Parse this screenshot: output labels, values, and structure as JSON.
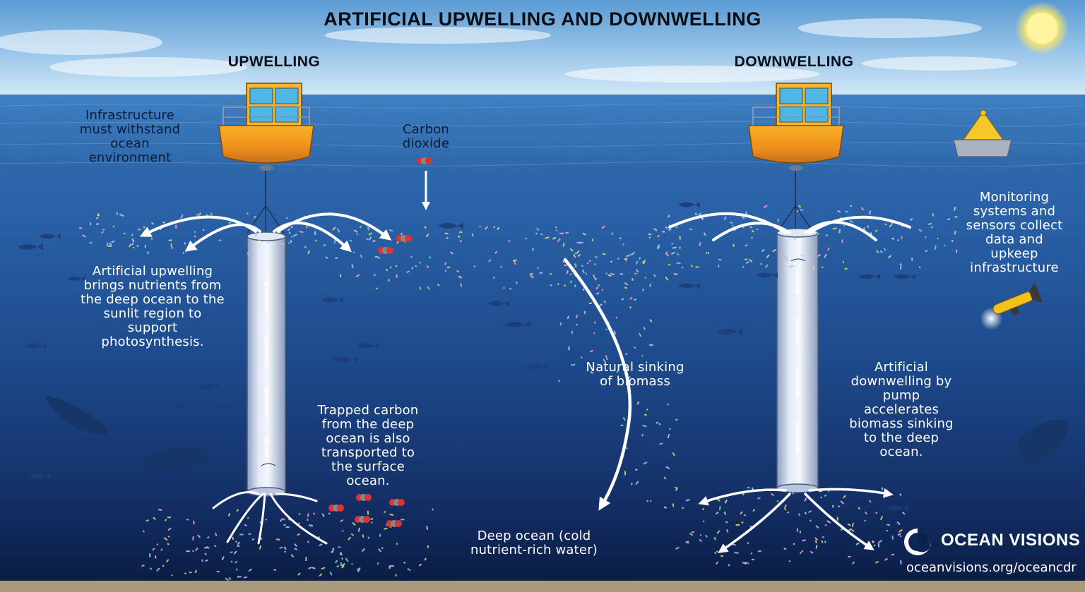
{
  "title": "ARTIFICIAL UPWELLING AND DOWNWELLING",
  "upwelling": {
    "heading": "UPWELLING",
    "infrastructure_note": "Infrastructure must withstand ocean environment",
    "nutrients_note": "Artificial upwelling brings nutrients from the deep ocean to the sunlit region to support photosynthesis.",
    "carbon_note": "Trapped carbon from the deep ocean is also transported to the surface ocean."
  },
  "carbon_dioxide_label": "Carbon dioxide",
  "natural_sinking_label": "Natural sinking of biomass",
  "downwelling": {
    "heading": "DOWNWELLING",
    "pump_note": "Artificial downwelling by pump accelerates biomass sinking to the deep ocean.",
    "monitoring_note": "Monitoring systems and sensors collect data and upkeep infrastructure"
  },
  "deep_ocean_label": "Deep ocean (cold nutrient-rich water)",
  "brand": {
    "name": "OCEAN VISIONS",
    "url": "oceanvisions.org/oceancdr"
  },
  "colors": {
    "sky_top": "#5e9fd6",
    "sky_bottom": "#d8ecf8",
    "sea_surface": "#2f6fb4",
    "water_top": "#2a5fa8",
    "water_bottom": "#0b2149",
    "buoy_orange": "#f39a1e",
    "buoy_yellow": "#f7c62a",
    "pipe": "#c7d3e6",
    "arrow": "#ffffff",
    "seafloor": "#a89a7a"
  }
}
